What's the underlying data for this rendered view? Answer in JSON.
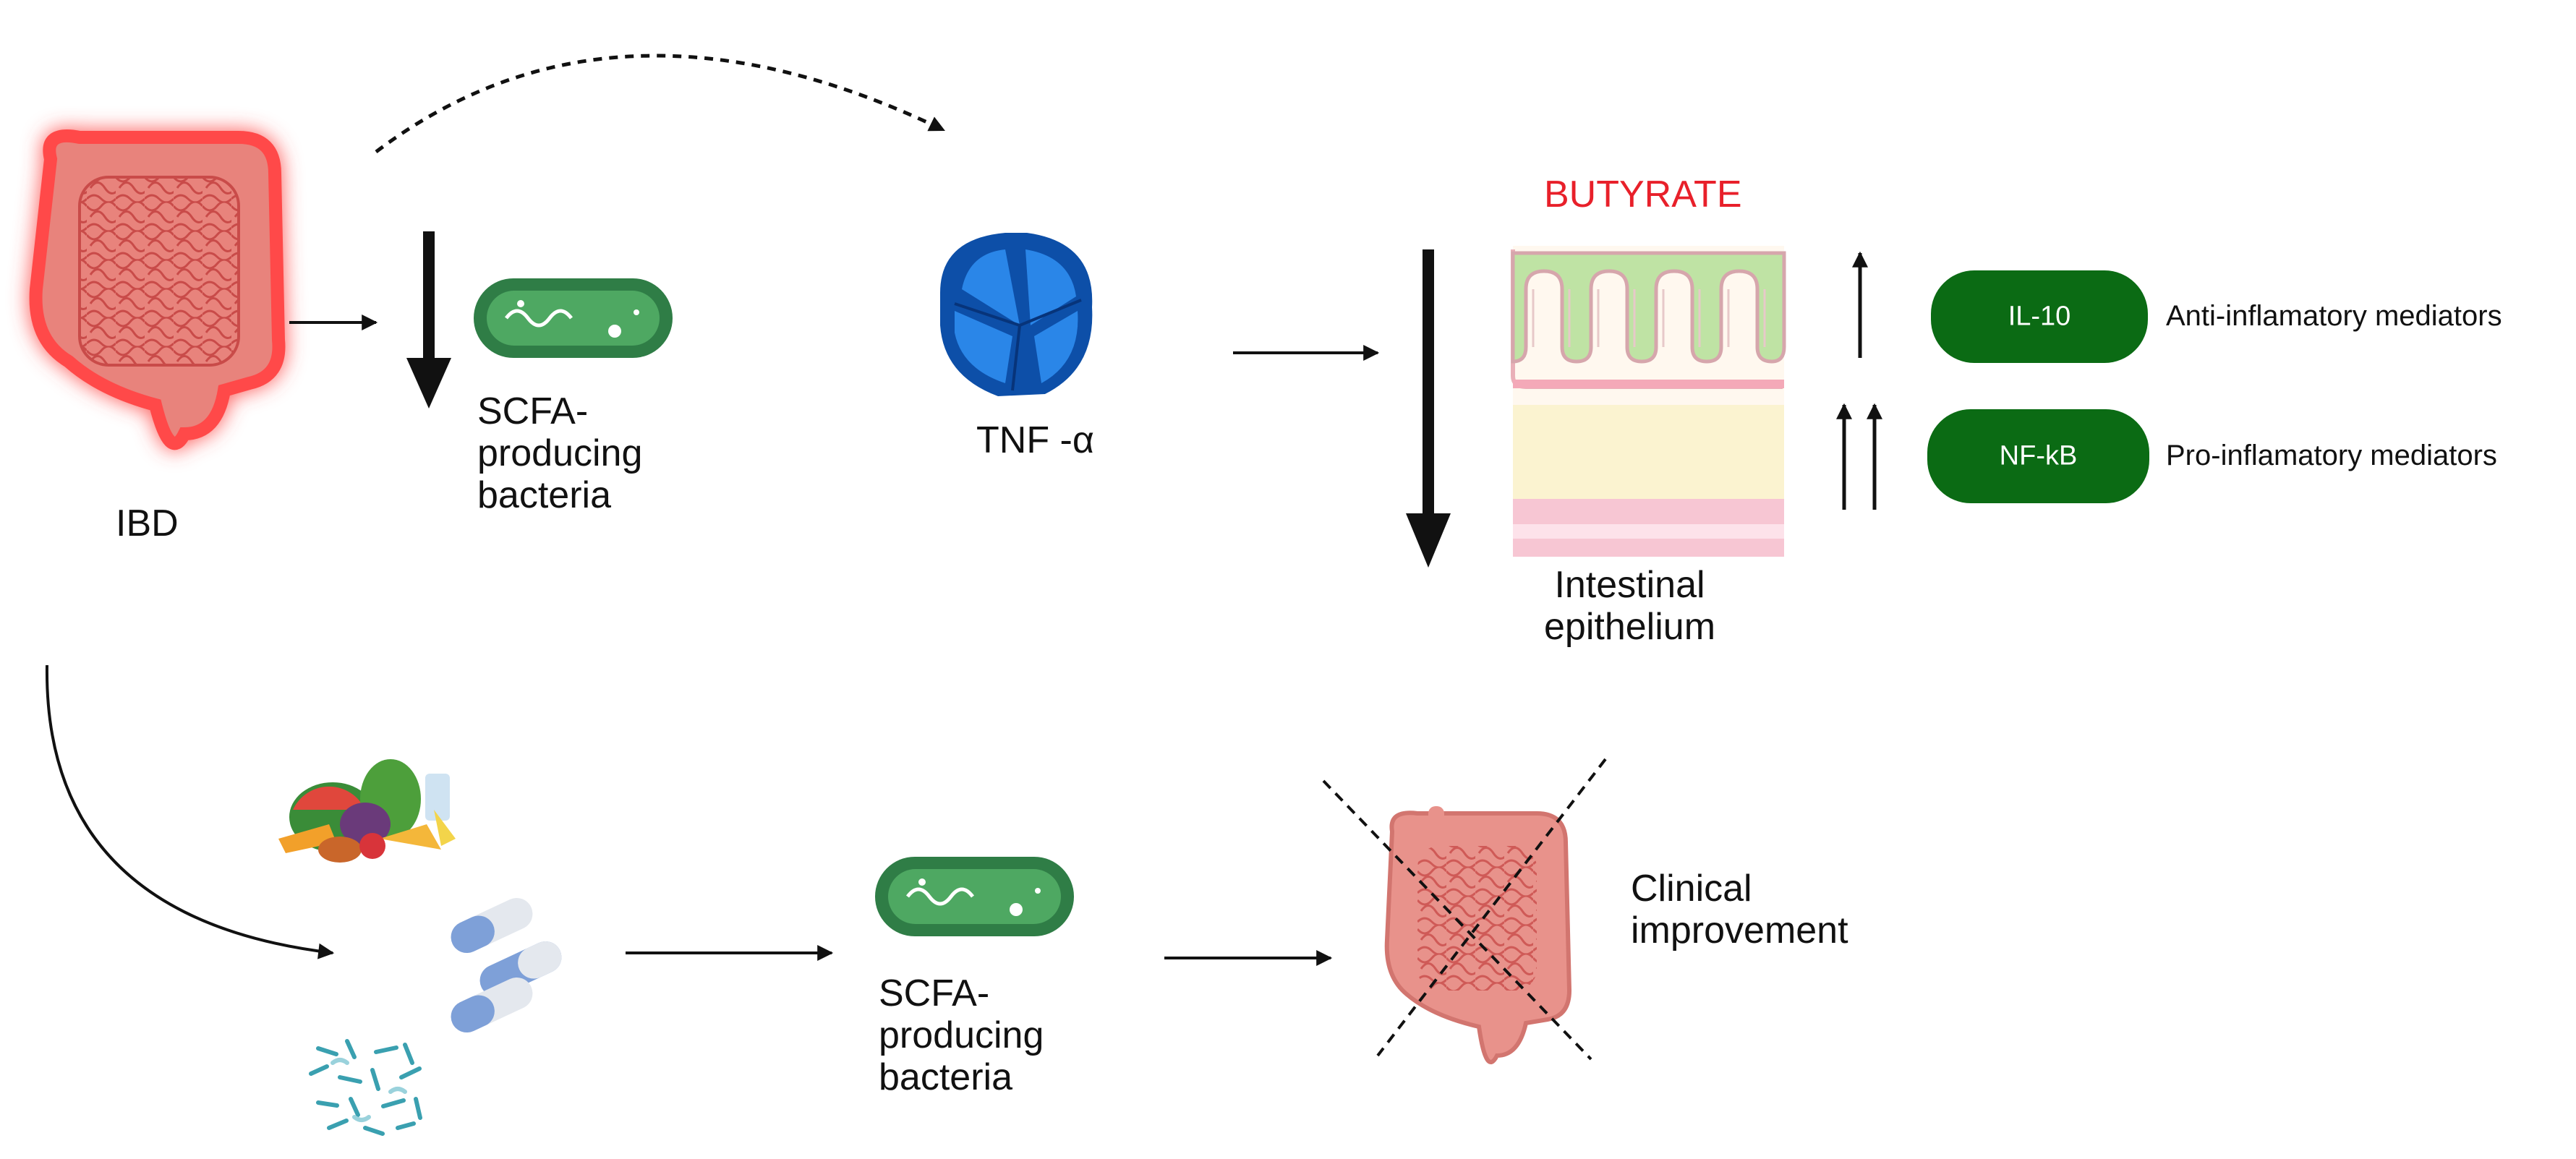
{
  "labels": {
    "ibd": "IBD",
    "scfa_top": "SCFA-\nproducing\nbacteria",
    "tnf": "TNF -α",
    "butyrate": "BUTYRATE",
    "epithelium": "Intestinal\nepithelium",
    "il10": "IL-10",
    "nfkb": "NF-kB",
    "anti": "Anti-inflamatory mediators",
    "pro": "Pro-inflamatory mediators",
    "scfa_bottom": "SCFA-\nproducing\nbacteria",
    "clinical": "Clinical\nimprovement"
  },
  "colors": {
    "butyrate": "#e8202a",
    "pill": "#0b6b14",
    "bacteria": "#2f7d46",
    "bacteria_fill": "#4ea862",
    "tnf_dark": "#0d4fa8",
    "tnf_light": "#2a86e8",
    "colon": "#e87f78",
    "colon_glow": "#ff3b3b"
  },
  "icons": [
    "colon-icon",
    "bacteria-icon",
    "tnf-protein-icon",
    "epithelium-icon",
    "food-icon",
    "capsules-icon",
    "probiotics-icon",
    "healed-colon-icon"
  ]
}
